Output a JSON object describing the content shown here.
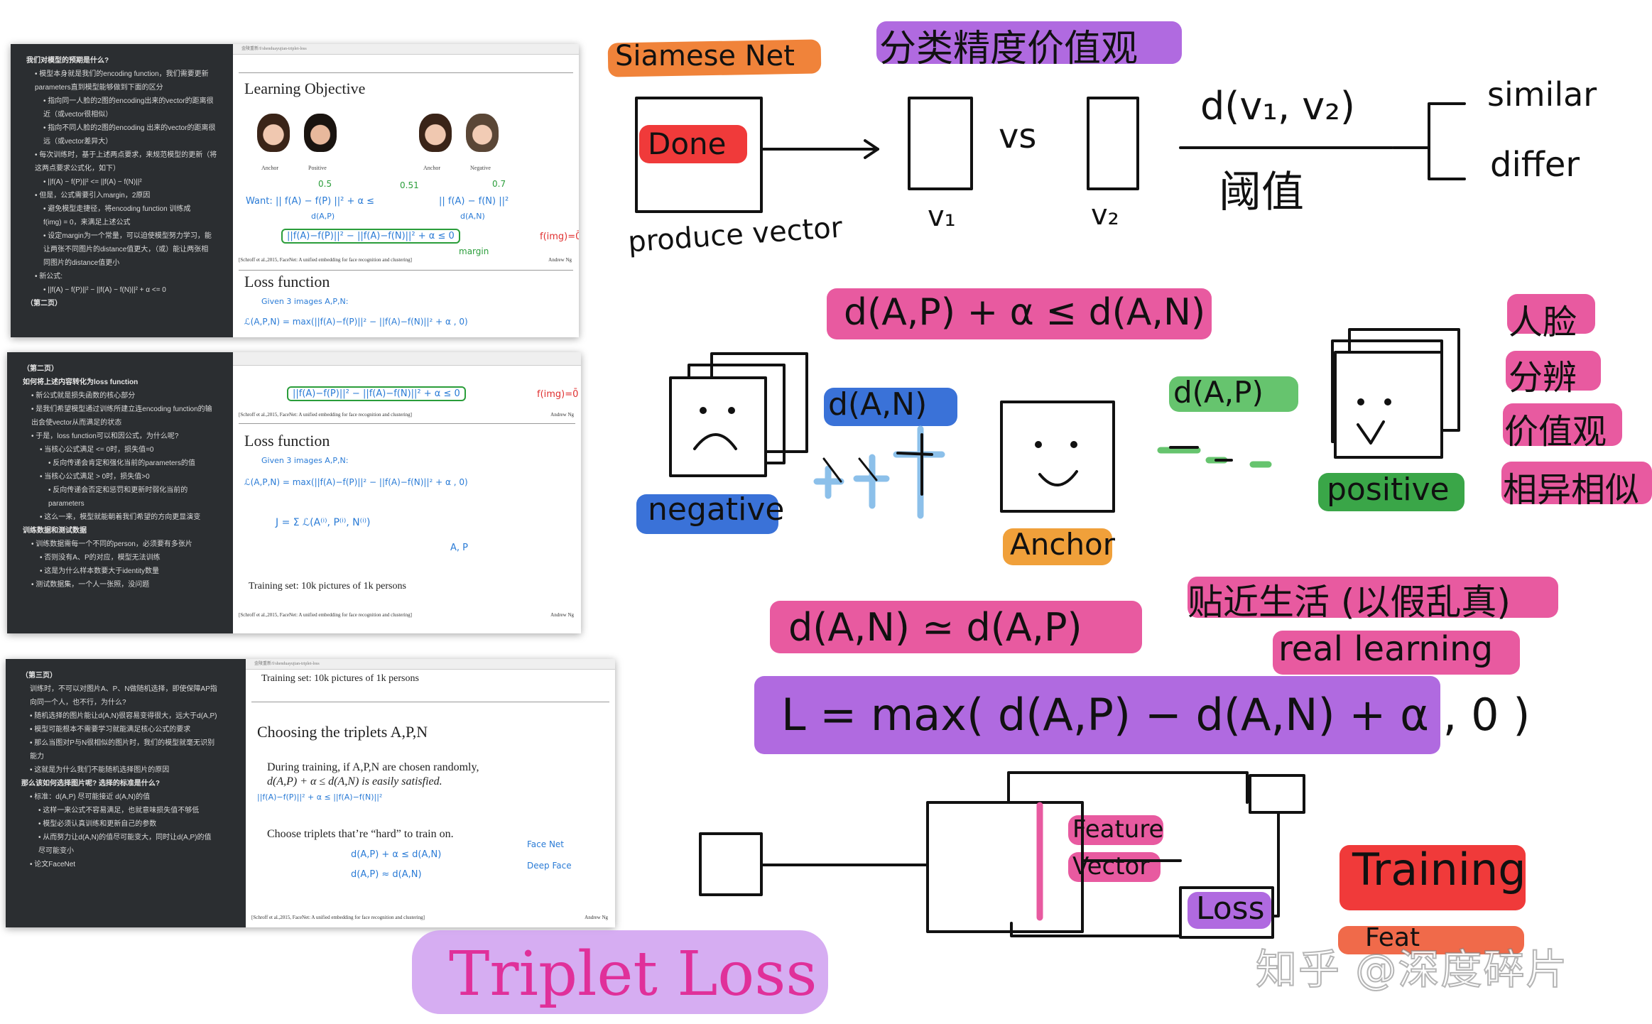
{
  "notes_panels": [
    {
      "dark_lines": [
        {
          "t": "我们对模型的预期是什么?",
          "c": "h"
        },
        {
          "t": "• 模型本身就是我们的encoding function，我们需要更新",
          "c": "b1"
        },
        {
          "t": "  parameters直到模型能够做到下面的区分",
          "c": "b1"
        },
        {
          "t": "• 指向同一人脸的2图的encoding出来的vector的距离很",
          "c": "b2"
        },
        {
          "t": "  近（或vector很相似）",
          "c": "b2"
        },
        {
          "t": "• 指向不同人脸的2图的encoding 出来的vector的距离很",
          "c": "b2"
        },
        {
          "t": "  远（或vector差异大）",
          "c": "b2"
        },
        {
          "t": "• 每次训练时，基于上述两点要求，来规范模型的更新（将",
          "c": "b1"
        },
        {
          "t": "  这两点要求公式化，如下）",
          "c": "b1"
        },
        {
          "t": "• ||f(A) − f(P)||² <= ||f(A) − f(N)||²",
          "c": "b2"
        },
        {
          "t": "• 但是，公式需要引入margin，2原因",
          "c": "b1"
        },
        {
          "t": "• 避免模型走捷径，将encoding function 训练成",
          "c": "b2"
        },
        {
          "t": "  f(img) = 0，来满足上述公式",
          "c": "b2"
        },
        {
          "t": "• 设定margin为一个常量，可以迫使模型努力学习，能",
          "c": "b2"
        },
        {
          "t": "  让两张不同图片的distance值更大，（或）能让两张相",
          "c": "b2"
        },
        {
          "t": "  同图片的distance值更小",
          "c": "b2"
        },
        {
          "t": "• 新公式:",
          "c": "b1"
        },
        {
          "t": "• ||f(A) − f(P)||² − ||f(A) − f(N)||² + α <= 0",
          "c": "b2"
        },
        {
          "t": "（第二页）",
          "c": "h"
        }
      ],
      "url": "金陵重新/f/shenduayujian-triplet-loss",
      "slide_title": "Learning Objective",
      "slide_title2": "Loss function",
      "labels": {
        "anchor": "Anchor",
        "positive": "Positive",
        "anchor2": "Anchor",
        "negative": "Negative"
      },
      "credit": "[Schroff et al.,2015, FaceNet: A unified embedding for face recognition and clustering]",
      "author": "Andrew Ng",
      "hand": {
        "want": "Want:",
        "ineq1": "|| f(A) − f(P) ||² + α ≤",
        "ineq1b": "|| f(A) − f(N) ||²",
        "dap": "d(A,P)",
        "dan": "d(A,N)",
        "boxed": "||f(A)−f(P)||² − ||f(A)−f(N)||² + α ≤ 0",
        "margin": "margin",
        "f": "f(img)=0̄",
        "alpha1": "0.5",
        "alpha2": "0.51",
        "alpha3": "0.7",
        "given": "Given 3 images A,P,N:",
        "loss": "ℒ(A,P,N) = max(||f(A)−f(P)||² − ||f(A)−f(N)||² + α , 0)"
      }
    },
    {
      "dark_lines": [
        {
          "t": "（第二页）",
          "c": "h"
        },
        {
          "t": "如何将上述内容转化为loss function",
          "c": "h"
        },
        {
          "t": "• 新公式就是损失函数的核心部分",
          "c": "b1"
        },
        {
          "t": "• 是我们希望模型通过训练所建立连encoding function的输",
          "c": "b1"
        },
        {
          "t": "  出会使vector从而满足的状态",
          "c": "b1"
        },
        {
          "t": "• 于是，loss function可以和因公式，为什么呢?",
          "c": "b1"
        },
        {
          "t": "• 当核心公式满足 <= 0时，损失值=0",
          "c": "b2"
        },
        {
          "t": "• 反向传递会肯定和强化当前的parameters的值",
          "c": "b3"
        },
        {
          "t": "• 当核心公式满足 > 0时，损失值>0",
          "c": "b2"
        },
        {
          "t": "• 反向传递会否定和惩罚和更新时弱化当前的",
          "c": "b3"
        },
        {
          "t": "  parameters",
          "c": "b3"
        },
        {
          "t": "• 这么一来，模型就能朝着我们希望的方向更显演变",
          "c": "b2"
        },
        {
          "t": "训练数据和测试数据",
          "c": "h"
        },
        {
          "t": "• 训练数据需每一个不同的person，必须要有多张片",
          "c": "b1"
        },
        {
          "t": "• 否则没有A、P的对应，模型无法训练",
          "c": "b2"
        },
        {
          "t": "• 这是为什么样本数要大于identity数量",
          "c": "b2"
        },
        {
          "t": "• 测试数据集，一个人一张照，没问题",
          "c": "b1"
        }
      ],
      "slide_title": "Loss function",
      "hand": {
        "given": "Given 3 images A,P,N:",
        "loss": "ℒ(A,P,N) = max(||f(A)−f(P)||² − ||f(A)−f(N)||² + α , 0)",
        "J": "J = Σ ℒ(A⁽ⁱ⁾, P⁽ⁱ⁾, N⁽ⁱ⁾)",
        "ap": "A, P",
        "top": "||f(A)−f(P)||² − ||f(A)−f(N)||² + α ≤ 0",
        "f": "f(img)=0̄"
      },
      "training_set": "Training set: 10k pictures of 1k persons",
      "credit": "[Schroff et al.,2015, FaceNet: A unified embedding for face recognition and clustering]",
      "author": "Andrew Ng"
    },
    {
      "dark_lines": [
        {
          "t": "（第三页）",
          "c": "h"
        },
        {
          "t": "训练时，不可以对图片A、P、N做随机选择，即使保障AP指",
          "c": "b1"
        },
        {
          "t": "向同一个人，也不行，为什么?",
          "c": "b1"
        },
        {
          "t": "• 随机选择的图片能让d(A,N)很容易变得很大，远大于d(A,P)",
          "c": "b1"
        },
        {
          "t": "• 模型可能根本不需要学习就能满足核心公式的要求",
          "c": "b1"
        },
        {
          "t": "• 那么当图对P与N很相似的图片时，我们的模型就毫无识别",
          "c": "b1"
        },
        {
          "t": "  能力",
          "c": "b1"
        },
        {
          "t": "• 这就是为什么我们不能随机选择图片的原因",
          "c": "b1"
        },
        {
          "t": "那么该如何选择图片呢? 选择的标准是什么?",
          "c": "h"
        },
        {
          "t": "• 标准：d(A,P) 尽可能接近 d(A,N)的值",
          "c": "b1"
        },
        {
          "t": "• 这样一来公式不容易满足，也就意味损失值不够低",
          "c": "b2"
        },
        {
          "t": "• 模型必须认真训练和更新自己的参数",
          "c": "b2"
        },
        {
          "t": "• 从而努力让d(A,N)的值尽可能变大，同时让d(A,P)的值",
          "c": "b2"
        },
        {
          "t": "  尽可能变小",
          "c": "b2"
        },
        {
          "t": "• 论文FaceNet",
          "c": "b1"
        }
      ],
      "training_set": "Training set: 10k pictures of 1k persons",
      "slide_title": "Choosing the triplets A,P,N",
      "body1": "During training, if A,P,N are chosen randomly,",
      "body2": "d(A,P) + α ≤ d(A,N) is easily satisfied.",
      "body3": "Choose triplets that’re “hard” to train on.",
      "hand": {
        "under": "||f(A)−f(P)||² + α ≤ ||f(A)−f(N)||²",
        "ineq": "d(A,P) + α ≤ d(A,N)",
        "ineq2": "d(A,P) ≈ d(A,N)",
        "facenet": "Face Net",
        "deepface": "Deep Face"
      },
      "credit": "[Schroff et al.,2015, FaceNet: A unified embedding for face recognition and clustering]",
      "author": "Andrew Ng"
    }
  ],
  "whiteboard": {
    "siamese_net": "Siamese Net",
    "value_title": "分类精度价值观",
    "done": "Done",
    "produce_vector": "produce vector",
    "v1": "v₁",
    "vs": "vs",
    "v2": "v₂",
    "distance": "d(v₁, v₂)",
    "threshold": "阈值",
    "similar": "similar",
    "differ": "differ",
    "inequality": "d(A,P) + α ≤ d(A,N)",
    "face_values": [
      "人脸",
      "分辨",
      "价值观",
      "相异相似"
    ],
    "d_an_label": "d(A,N)",
    "d_ap_label": "d(A,P)",
    "negative": "negative",
    "anchor": "Anchor",
    "positive": "positive",
    "approx": "d(A,N) ≃ d(A,P)",
    "close_to_life": "贴近生活 (以假乱真)",
    "real_learning": "real learning",
    "loss_formula": "L = max( d(A,P) − d(A,N) + α , 0 )",
    "feature_vector": [
      "Feature",
      "Vector"
    ],
    "loss_box": "Loss",
    "training": "Training",
    "feature_partial": "Feat",
    "triplet_loss": "Triplet Loss",
    "watermark": "知乎 @深度碎片"
  },
  "colors": {
    "orange": "#f0833a",
    "purple": "#b06ae0",
    "red": "#f03a3a",
    "pink": "#e85aa0",
    "blue": "#3a72d8",
    "green": "#3aa648",
    "lightblue": "#8cc0ea",
    "lightgreen": "#66c46e",
    "pale_purple": "#cf9ff0",
    "dark_panel": "#2b2e31"
  }
}
